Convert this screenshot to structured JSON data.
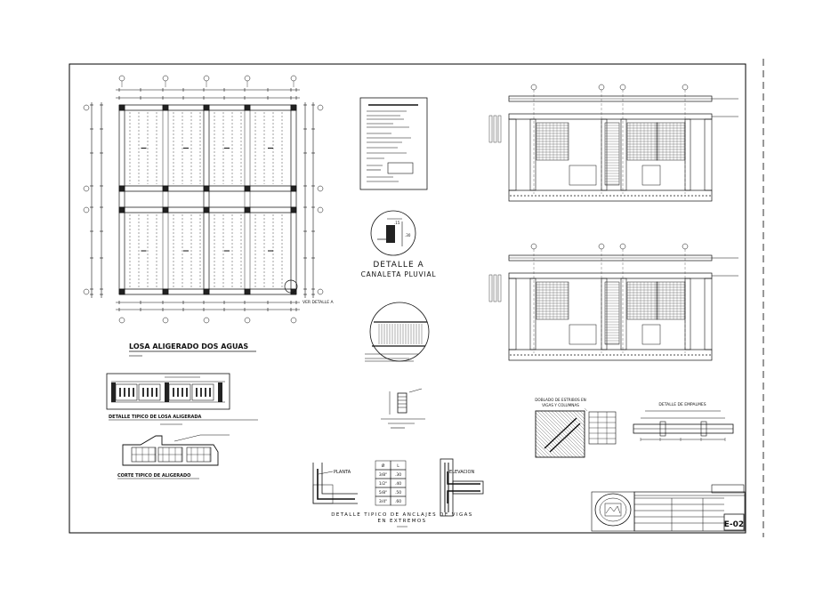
{
  "sheet": {
    "code": "E-02"
  },
  "roof_plan": {
    "title": "LOSA ALIGERADO DOS AGUAS",
    "callout": "VER DETALLE A"
  },
  "detail_a": {
    "title_line1": "DETALLE A",
    "title_line2": "CANALETA PLUVIAL"
  },
  "slab_section": {
    "caption": "DETALLE TIPICO DE LOSA ALIGERADA"
  },
  "cut": {
    "caption": "CORTE TIPICO DE ALIGERADO"
  },
  "beam_detail": {
    "label_plan": "PLANTA",
    "label_elev": "ELEVACION",
    "caption_line1": "DETALLE TIPICO DE ANCLAJES DE VIGAS",
    "caption_line2": "EN EXTREMOS",
    "table": {
      "headers": [
        "Ø",
        "L"
      ],
      "rows": [
        [
          "3/8\"",
          ".30"
        ],
        [
          "1/2\"",
          ".40"
        ],
        [
          "5/8\"",
          ".50"
        ],
        [
          "3/4\"",
          ".60"
        ]
      ]
    }
  },
  "stirrup_detail": {
    "title_line1": "DOBLADO DE ESTRIBOS EN",
    "title_line2": "VIGAS Y COLUMNAS"
  },
  "splice_detail": {
    "title": "DETALLE DE EMPALMES"
  },
  "colors": {
    "line": "#111111",
    "hatch": "#333333",
    "frame": "#000000"
  }
}
